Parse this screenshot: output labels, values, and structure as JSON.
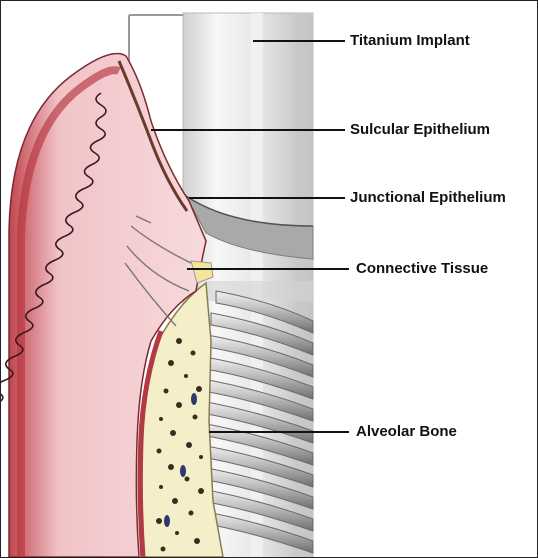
{
  "labels": {
    "titanium_implant": "Titanium Implant",
    "sulcular_epithelium": "Sulcular Epithelium",
    "junctional_epithelium": "Junctional Epithelium",
    "connective_tissue": "Connective Tissue",
    "alveolar_bone": "Alveolar Bone"
  },
  "colors": {
    "gingiva_outer": "#b5343f",
    "gingiva_fill": "#f3c9cc",
    "bone_fill": "#f4efc9",
    "implant": "#e4e4e4",
    "threads": "#8a8a8a"
  }
}
